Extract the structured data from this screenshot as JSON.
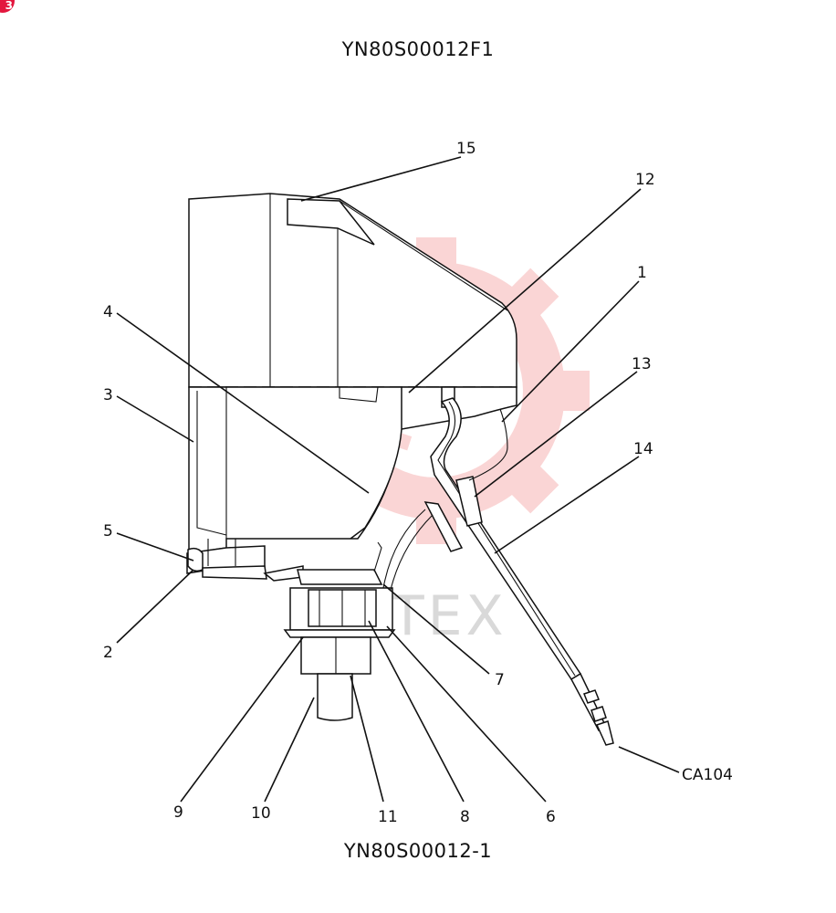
{
  "badge": {
    "text": "3",
    "color": "#e3173e"
  },
  "diagram": {
    "top_label": "YN80S00012F1",
    "bottom_label": "YN80S00012-1",
    "callouts": {
      "p1": "1",
      "p2": "2",
      "p3": "3",
      "p4": "4",
      "p5": "5",
      "p6": "6",
      "p7": "7",
      "p8": "8",
      "p9": "9",
      "p10": "10",
      "p11": "11",
      "p12": "12",
      "p13": "13",
      "p14": "14",
      "p15": "15",
      "ca104": "CA104"
    }
  },
  "watermark": {
    "text": "ИНТЕХ",
    "color": "#f28b8b"
  },
  "icons": {
    "watermark_logo": "gear-logo-icon"
  }
}
